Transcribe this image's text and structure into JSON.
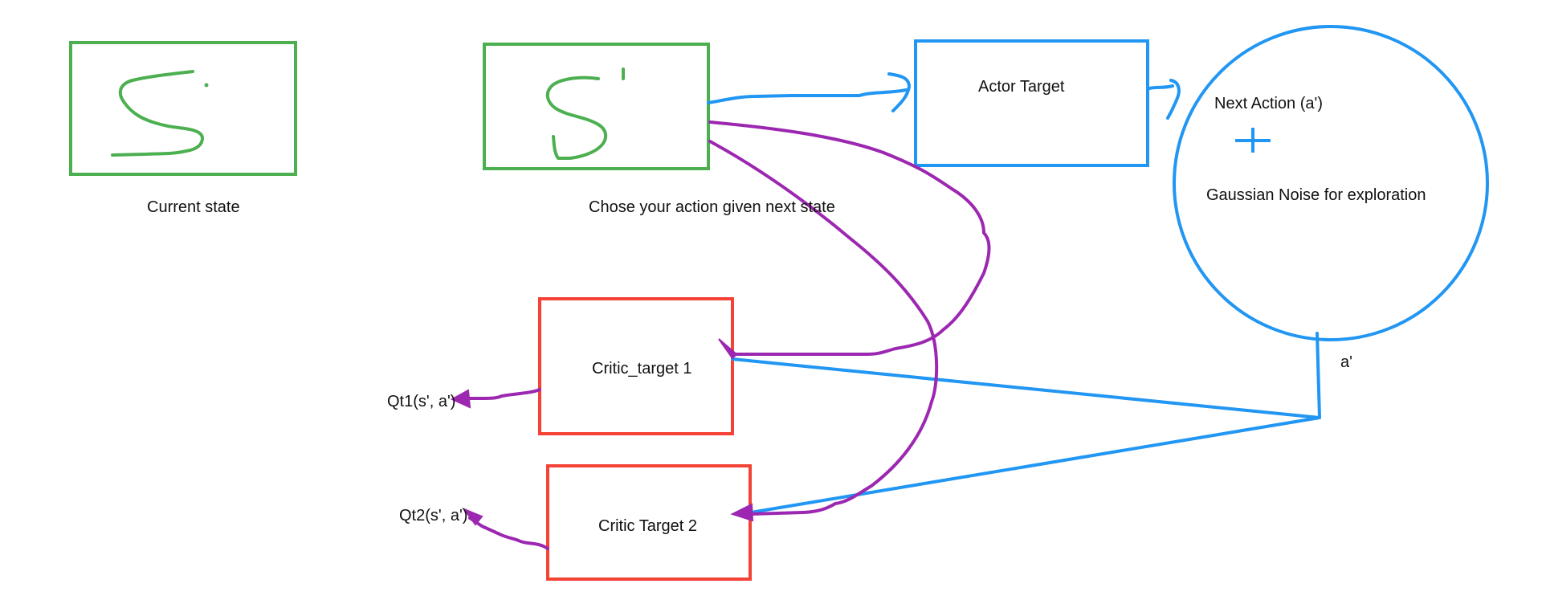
{
  "colors": {
    "state": "#4caf50",
    "actor": "#2196f3",
    "critic": "#f44336",
    "flow": "#9c27b0",
    "text": "#111111"
  },
  "state_box": {
    "glyph": "S",
    "caption": "Current state"
  },
  "next_state_box": {
    "glyph": "S'",
    "caption": "Chose your action given next state"
  },
  "actor_target": {
    "label": "Actor Target"
  },
  "noise_circle": {
    "title": "Next Action (a')",
    "plus": "+",
    "subtitle": "Gaussian Noise for exploration",
    "output_label": "a'"
  },
  "critic_target_1": {
    "label": "Critic_target 1",
    "output": "Qt1(s', a')"
  },
  "critic_target_2": {
    "label": "Critic Target 2",
    "output": "Qt2(s', a')"
  }
}
